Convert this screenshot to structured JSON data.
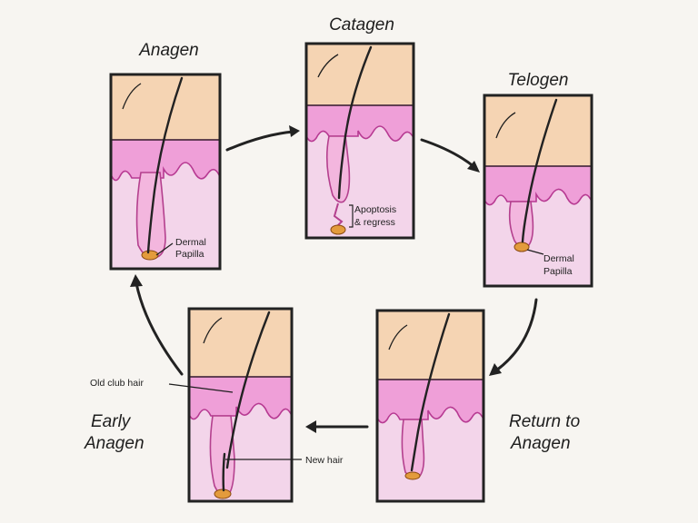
{
  "stages": {
    "anagen": "Anagen",
    "catagen": "Catagen",
    "telogen": "Telogen",
    "return_to_anagen": [
      "Return to",
      "Anagen"
    ],
    "early_anagen": [
      "Early",
      "Anagen"
    ]
  },
  "labels": {
    "dermal_papilla": [
      "Dermal",
      "Papilla"
    ],
    "apoptosis": [
      "Apoptosis",
      "& regress"
    ],
    "old_club_hair": "Old club hair",
    "new_hair": "New hair"
  },
  "colors": {
    "epidermis": "#f5d4b3",
    "dermis": "#f3d5ea",
    "dermal_wave": "#ef9fd8",
    "papilla": "#e39b3c"
  }
}
